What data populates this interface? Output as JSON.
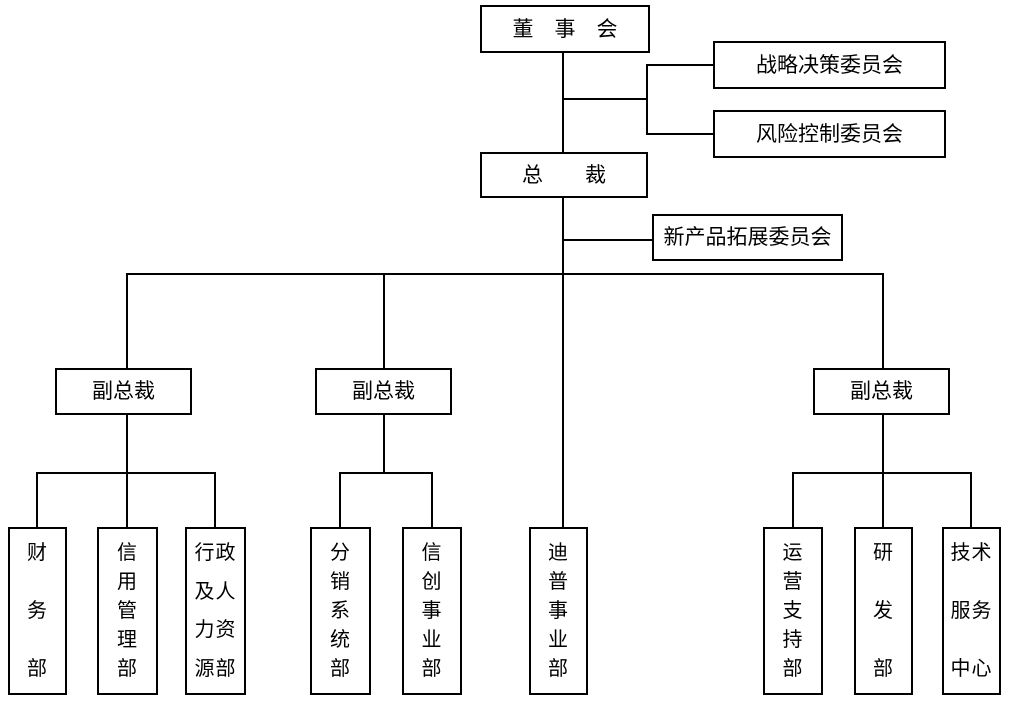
{
  "org_chart": {
    "board": {
      "label": "董　事　会"
    },
    "strategy_committee": {
      "label": "战略决策委员会"
    },
    "risk_committee": {
      "label": "风险控制委员会"
    },
    "president": {
      "label": "总　　裁"
    },
    "new_product_committee": {
      "label": "新产品拓展委员会"
    },
    "vps": [
      {
        "label": "副总裁"
      },
      {
        "label": "副总裁"
      },
      {
        "label": "副总裁"
      }
    ],
    "departments": [
      {
        "name": "财务部",
        "rows": [
          "财",
          "务",
          "部"
        ]
      },
      {
        "name": "信用管理部",
        "rows": [
          "信",
          "用",
          "管",
          "理",
          "部"
        ]
      },
      {
        "name": "行政及人力资源部",
        "rows": [
          "行政",
          "及人",
          "力资",
          "源部"
        ]
      },
      {
        "name": "分销系统部",
        "rows": [
          "分",
          "销",
          "系",
          "统",
          "部"
        ]
      },
      {
        "name": "信创事业部",
        "rows": [
          "信",
          "创",
          "事",
          "业",
          "部"
        ]
      },
      {
        "name": "迪普事业部",
        "rows": [
          "迪",
          "普",
          "事",
          "业",
          "部"
        ]
      },
      {
        "name": "运营支持部",
        "rows": [
          "运",
          "营",
          "支",
          "持",
          "部"
        ]
      },
      {
        "name": "研发部",
        "rows": [
          "研",
          "发",
          "部"
        ]
      },
      {
        "name": "技术服务中心",
        "rows": [
          "技术",
          "服务",
          "中心"
        ]
      }
    ],
    "colors": {
      "line": "#000000",
      "background": "#ffffff",
      "text": "#000000"
    }
  }
}
